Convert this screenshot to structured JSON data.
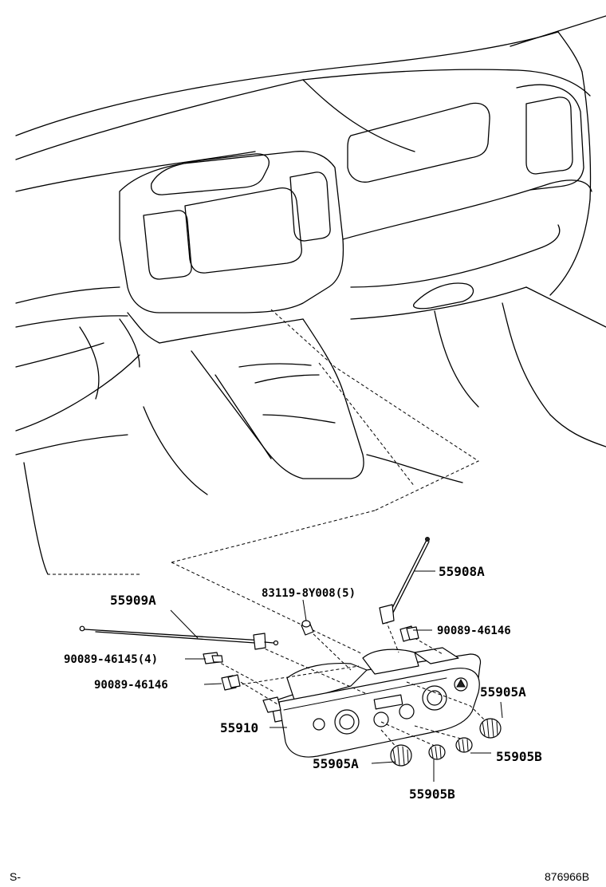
{
  "labels": {
    "p55908A": "55908A",
    "p55909A": "55909A",
    "p83119": "83119-8Y008(5)",
    "p90089_46146_top": "90089-46146",
    "p90089_46145": "90089-46145(4)",
    "p90089_46146_left": "90089-46146",
    "p55905A_right": "55905A",
    "p55910": "55910",
    "p55905A_bottom": "55905A",
    "p55905B_right": "55905B",
    "p55905B_bottom": "55905B"
  },
  "footer": {
    "left_code": "S-",
    "drawing_number": "876966B"
  }
}
